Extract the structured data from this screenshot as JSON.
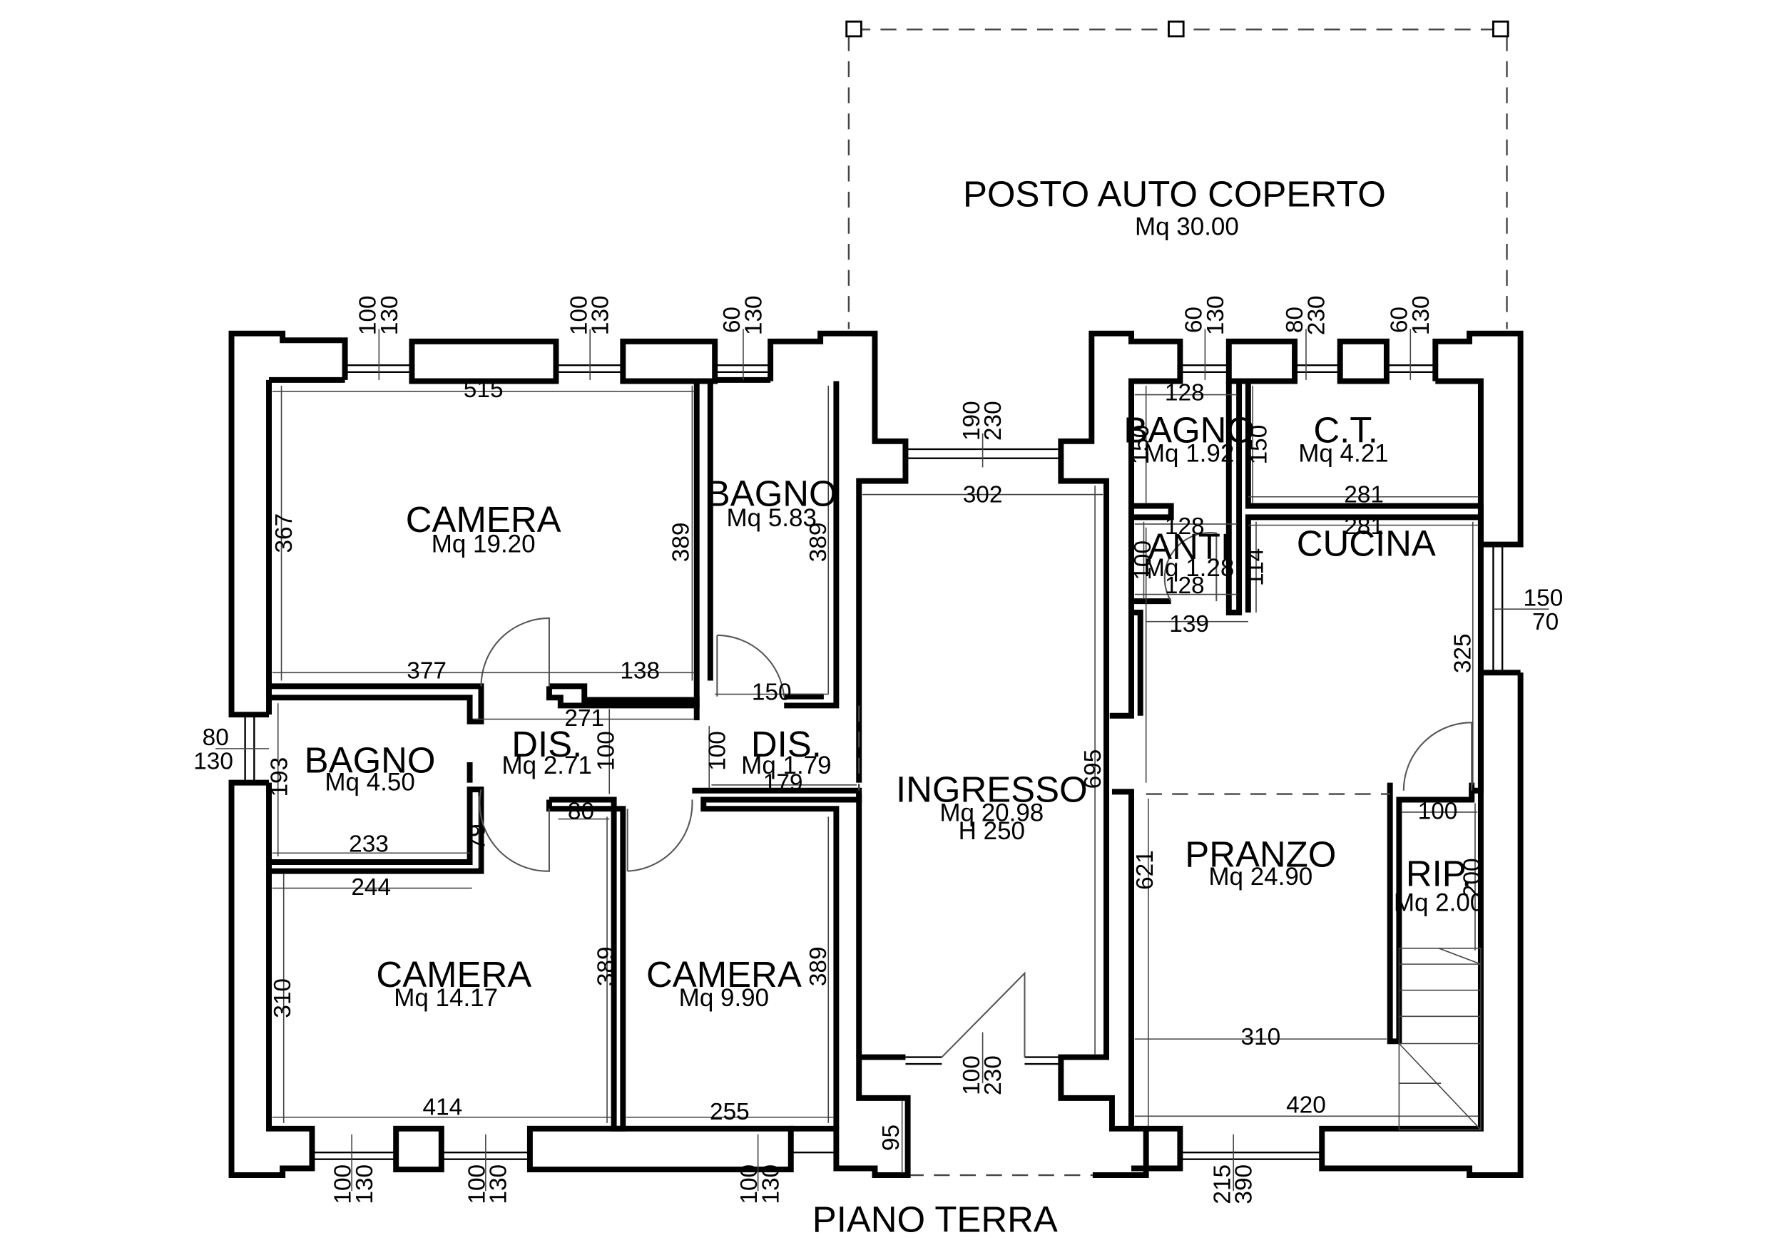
{
  "title": "PIANO TERRA",
  "rooms": {
    "posto_auto": {
      "name": "POSTO AUTO COPERTO",
      "area": "Mq 30.00"
    },
    "camera_1": {
      "name": "CAMERA",
      "area": "Mq 19.20"
    },
    "bagno_1": {
      "name": "BAGNO",
      "area": "Mq 5.83"
    },
    "bagno_2": {
      "name": "BAGNO",
      "area": "Mq 4.50"
    },
    "dis_1": {
      "name": "DIS.",
      "area": "Mq 2.71"
    },
    "dis_2": {
      "name": "DIS.",
      "area": "Mq 1.79"
    },
    "camera_2": {
      "name": "CAMERA",
      "area": "Mq 14.17"
    },
    "camera_3": {
      "name": "CAMERA",
      "area": "Mq 9.90"
    },
    "ingresso": {
      "name": "INGRESSO",
      "area": "Mq 20.98",
      "height": "H 250"
    },
    "bagno_3": {
      "name": "BAGNO",
      "area": "Mq 1.92"
    },
    "ct": {
      "name": "C.T.",
      "area": "Mq 4.21"
    },
    "anti": {
      "name": "ANTI",
      "area": "Mq 1.28"
    },
    "cucina": {
      "name": "CUCINA"
    },
    "pranzo": {
      "name": "PRANZO",
      "area": "Mq 24.90"
    },
    "rip": {
      "name": "RIP.",
      "area": "Mq 2.00"
    }
  },
  "dimensions": {
    "camera_1_w": "515",
    "camera_1_h": "367",
    "camera_1_h2": "389",
    "camera_1_b1": "377",
    "camera_1_b2": "138",
    "bagno_1_h": "389",
    "bagno_1_w": "150",
    "dis_1_w": "271",
    "dis_1_h": "100",
    "dis_2_w": "179",
    "dis_2_h": "100",
    "bagno_2_h": "193",
    "bagno_2_w": "233",
    "door_79": "79",
    "door_80": "80",
    "camera_2_w": "244",
    "camera_2_h": "310",
    "camera_2_h2": "389",
    "camera_2_b": "414",
    "camera_3_h": "389",
    "camera_3_b": "255",
    "ingresso_w": "302",
    "ingresso_h": "695",
    "bagno_3_w": "128",
    "bagno_3_h": "150",
    "ct_h": "150",
    "ct_w": "281",
    "anti_w1": "128",
    "anti_w2": "128",
    "anti_h": "100",
    "cucina_w": "281",
    "cucina_h": "114",
    "cucina_w2": "139",
    "cucina_h2": "325",
    "pranzo_h": "621",
    "pranzo_w": "310",
    "pranzo_w2": "420",
    "rip_w": "100",
    "rip_h": "200"
  },
  "openings": {
    "w_top_1": [
      "100",
      "130"
    ],
    "w_top_2": [
      "100",
      "130"
    ],
    "w_top_3": [
      "60",
      "130"
    ],
    "entrance_top": [
      "190",
      "230"
    ],
    "w_top_4": [
      "60",
      "130"
    ],
    "w_top_5": [
      "80",
      "230"
    ],
    "w_top_6": [
      "60",
      "130"
    ],
    "w_left": [
      "80",
      "130"
    ],
    "w_right": [
      "150",
      "70"
    ],
    "w_bot_1": [
      "100",
      "130"
    ],
    "w_bot_2": [
      "100",
      "130"
    ],
    "w_bot_3": [
      "100",
      "130"
    ],
    "entrance_bot": [
      "100",
      "230"
    ],
    "step": "95",
    "w_bot_4": [
      "215",
      "390"
    ]
  }
}
